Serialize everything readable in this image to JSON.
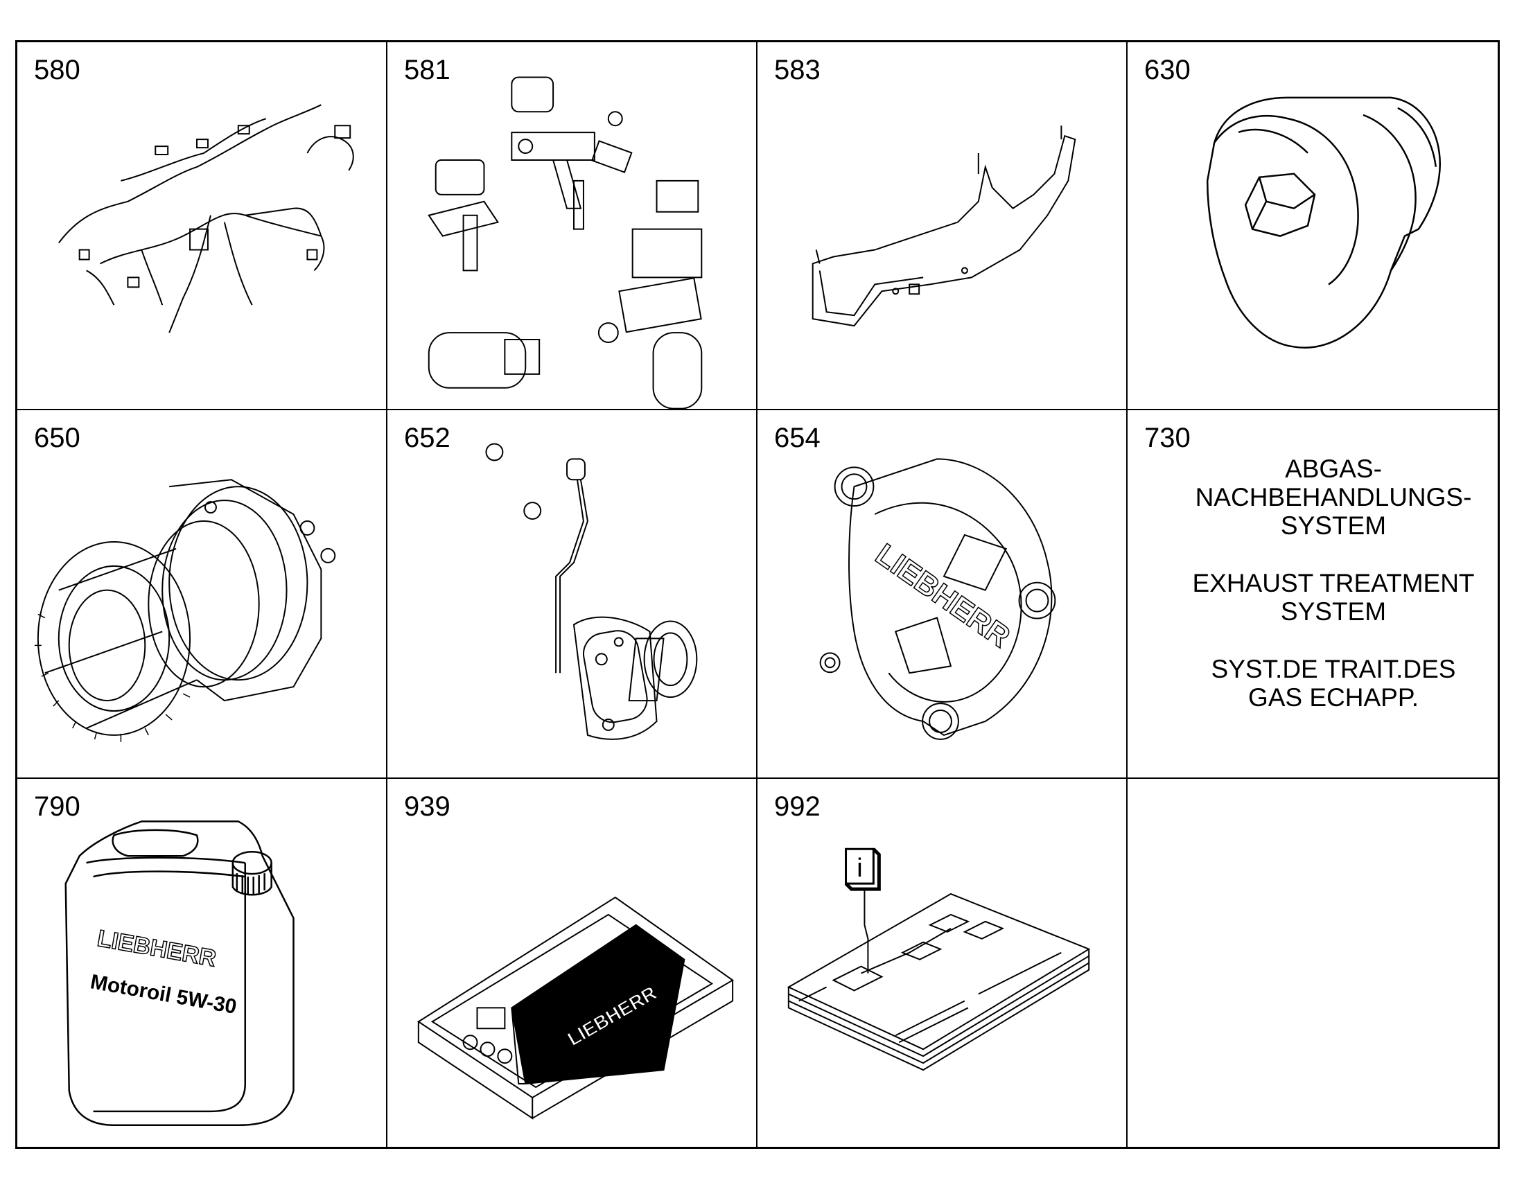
{
  "cells": [
    {
      "number": "580",
      "icon": "wiring-harness-icon"
    },
    {
      "number": "581",
      "icon": "sensors-icon"
    },
    {
      "number": "583",
      "icon": "bracket-icon"
    },
    {
      "number": "630",
      "icon": "hex-socket-plug-icon"
    },
    {
      "number": "650",
      "icon": "gear-drive-icon"
    },
    {
      "number": "652",
      "icon": "high-pressure-pump-icon"
    },
    {
      "number": "654",
      "icon": "cover-plate-icon",
      "logo_text": "LIEBHERR"
    },
    {
      "number": "730",
      "icon": null,
      "text_blocks": [
        [
          "ABGAS-",
          "NACHBEHANDLUNGS-",
          "SYSTEM"
        ],
        [
          "EXHAUST TREATMENT",
          "SYSTEM"
        ],
        [
          "SYST.DE TRAIT.DES",
          "GAS ECHAPP."
        ]
      ]
    },
    {
      "number": "790",
      "icon": "oil-canister-icon",
      "logo_text": "LIEBHERR",
      "label_text": "Motoroil 5W-30"
    },
    {
      "number": "939",
      "icon": "spare-parts-box-icon",
      "logo_text": "LIEBHERR"
    },
    {
      "number": "992",
      "icon": "info-document-icon",
      "info_glyph": "i"
    },
    {
      "number": "",
      "icon": null
    }
  ]
}
